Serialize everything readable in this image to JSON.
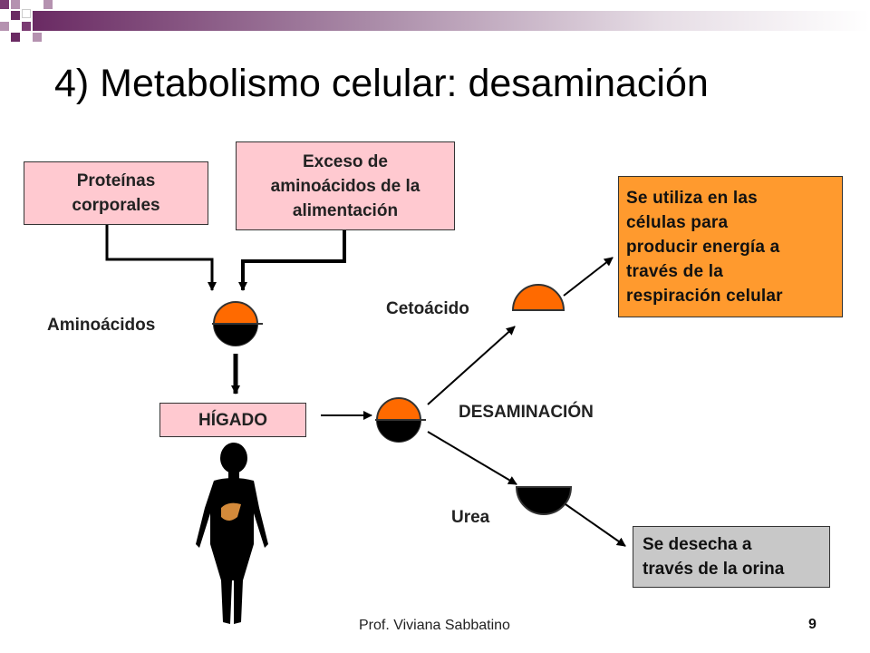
{
  "slide": {
    "title": "4) Metabolismo celular: desaminación",
    "footer": "Prof. Viviana Sabbatino",
    "page_number": "9"
  },
  "boxes": {
    "proteinas": [
      "Proteínas",
      "corporales"
    ],
    "exceso": [
      "Exceso de",
      "aminoácidos de la",
      "alimentación"
    ],
    "utiliza": [
      "Se utiliza en las",
      "células para",
      "producir energía a",
      "través de la",
      "respiración celular"
    ],
    "higado": "HÍGADO",
    "desecha": [
      "Se desecha a",
      "través de la orina"
    ]
  },
  "labels": {
    "aminoacidos": "Aminoácidos",
    "cetoacido": "Cetoácido",
    "desaminacion": "DESAMINACIÓN",
    "urea": "Urea"
  },
  "colors": {
    "pink_box": "#ffc9d0",
    "orange_box": "#ff9a2e",
    "gray_box": "#c8c8c8",
    "ketoacid_orange": "#ff6a00",
    "urea_black": "#000000",
    "accent_purple": "#6a2a63"
  }
}
